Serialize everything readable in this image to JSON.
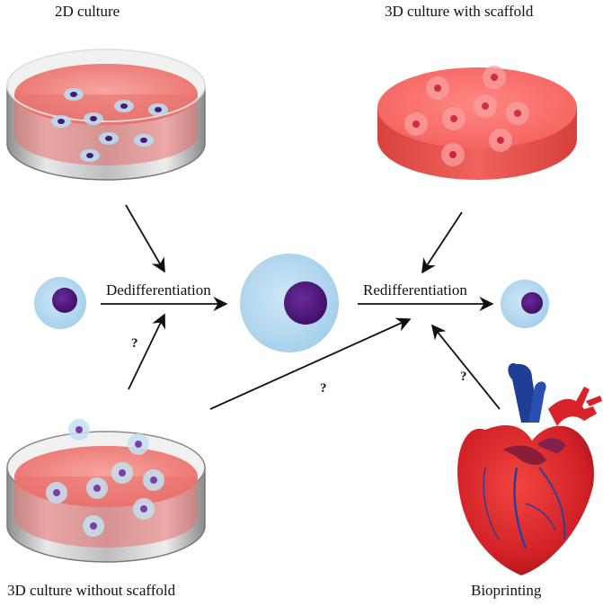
{
  "labels": {
    "culture_2d": "2D culture",
    "culture_3d_scaffold": "3D culture with scaffold",
    "culture_3d_no_scaffold": "3D culture without scaffold",
    "bioprinting": "Bioprinting",
    "dedifferentiation": "Dedifferentiation",
    "redifferentiation": "Redifferentiation"
  },
  "question_mark": "?",
  "colors": {
    "medium": "#f06a66",
    "cell_membrane": "#a9d3ec",
    "nucleus": "#4a1678",
    "arrow": "#111111",
    "heart": "#d8232a",
    "vessel": "#1f3f97"
  },
  "icons": [
    "petri-dish-icon",
    "scaffold-disc-icon",
    "cell-icon",
    "heart-icon"
  ]
}
